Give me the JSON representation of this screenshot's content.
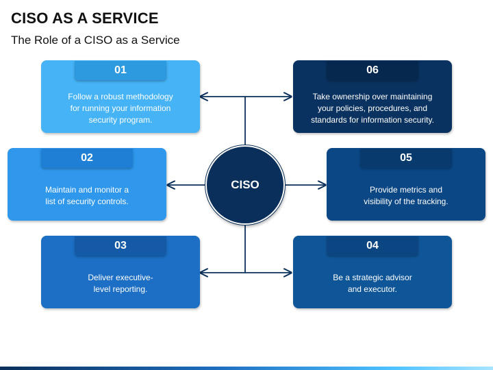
{
  "header": {
    "title": "CISO AS A SERVICE",
    "subtitle": "The Role of a CISO as a Service"
  },
  "hub": {
    "label": "CISO"
  },
  "cards": [
    {
      "number": "01",
      "text": "Follow a robust methodology\nfor running your information\nsecurity program.",
      "color": "#45b3f5",
      "tab_color": "#2d9ae0"
    },
    {
      "number": "02",
      "text": "Maintain and monitor a\nlist of security controls.",
      "color": "#2f97ec",
      "tab_color": "#1f7fd4"
    },
    {
      "number": "03",
      "text": "Deliver executive-\nlevel reporting.",
      "color": "#1c6fc4",
      "tab_color": "#155aa6"
    },
    {
      "number": "04",
      "text": "Be a strategic advisor\nand executor.",
      "color": "#0f5699",
      "tab_color": "#0b4582"
    },
    {
      "number": "05",
      "text": "Provide metrics and\nvisibility of the tracking.",
      "color": "#0b4785",
      "tab_color": "#083a6e"
    },
    {
      "number": "06",
      "text": "Take ownership over maintaining\nyour policies, procedures, and\nstandards for information security.",
      "color": "#0a3260",
      "tab_color": "#07284e"
    }
  ],
  "colors": {
    "hub": "#0a2f5a",
    "connector": "#0a2f5a"
  }
}
